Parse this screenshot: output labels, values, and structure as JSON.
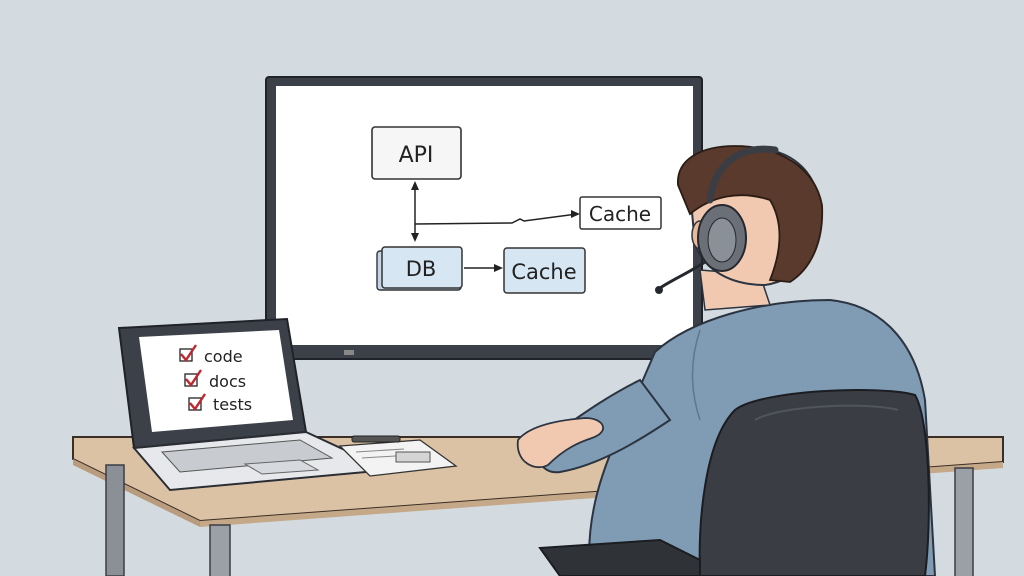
{
  "monitor_diagram": {
    "api_label": "API",
    "db_label": "DB",
    "cache_top_label": "Cache",
    "cache_bottom_label": "Cache"
  },
  "laptop_checklist": {
    "items": [
      "code",
      "docs",
      "tests"
    ]
  },
  "colors": {
    "wall": "#d3dbe1",
    "desk_top": "#dcc2a4",
    "shirt": "#7f9cb4",
    "hair": "#5a3a2c",
    "chair": "#3a3d44",
    "check_red": "#c0262b",
    "box_blue": "#d6e6f2"
  }
}
